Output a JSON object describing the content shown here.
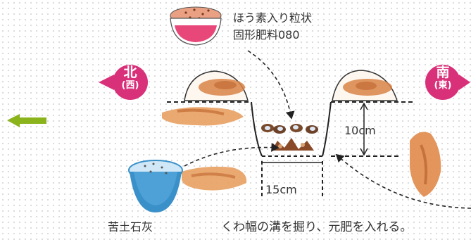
{
  "labels": {
    "fertilizer": "ほう素入り粒状",
    "fertilizer_line2": "固形肥料080",
    "lime": "苦土石灰",
    "caption": "くわ幅の溝を掘り、元肥を入れる。",
    "depth": "10cm",
    "width": "15cm"
  },
  "compass": {
    "north": "北",
    "north_sub": "(西)",
    "south": "南",
    "south_sub": "(東)"
  },
  "colors": {
    "compass_badge": "#d9307a",
    "arrow": "#8ab31c",
    "soil": "#c9783e",
    "soil_light": "#f2c28c",
    "lime_bowl": "#3a90c8"
  }
}
